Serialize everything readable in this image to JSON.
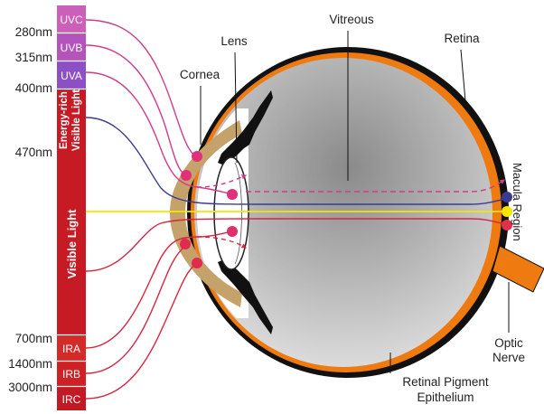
{
  "spectrum": {
    "segments": {
      "uvc": "UVC",
      "uvb": "UVB",
      "uva": "UVA",
      "energy_rich_line1": "Energy-rich",
      "energy_rich_line2": "Visible Light",
      "visible": "Visible Light",
      "ira": "IRA",
      "irb": "IRB",
      "irc": "IRC"
    },
    "wavelengths": {
      "w280": "280nm",
      "w315": "315nm",
      "w400": "400nm",
      "w470": "470nm",
      "w700": "700nm",
      "w1400": "1400nm",
      "w3000": "3000nm"
    }
  },
  "labels": {
    "cornea": "Cornea",
    "lens": "Lens",
    "vitreous": "Vitreous",
    "retina": "Retina",
    "macula": "Macula Region",
    "optic_line1": "Optic",
    "optic_line2": "Nerve",
    "rpe_line1": "Retinal Pigment",
    "rpe_line2": "Epithelium"
  },
  "colors": {
    "uv_magenta": "#d23c87",
    "ir_red": "#d7253f",
    "blue_ray": "#3c3c8c",
    "yellow_ray": "#f5e600",
    "orange_rpe": "#ef7a10",
    "cornea_tan": "#c6a26b",
    "vitreous_gray": "#9a9a9a"
  }
}
